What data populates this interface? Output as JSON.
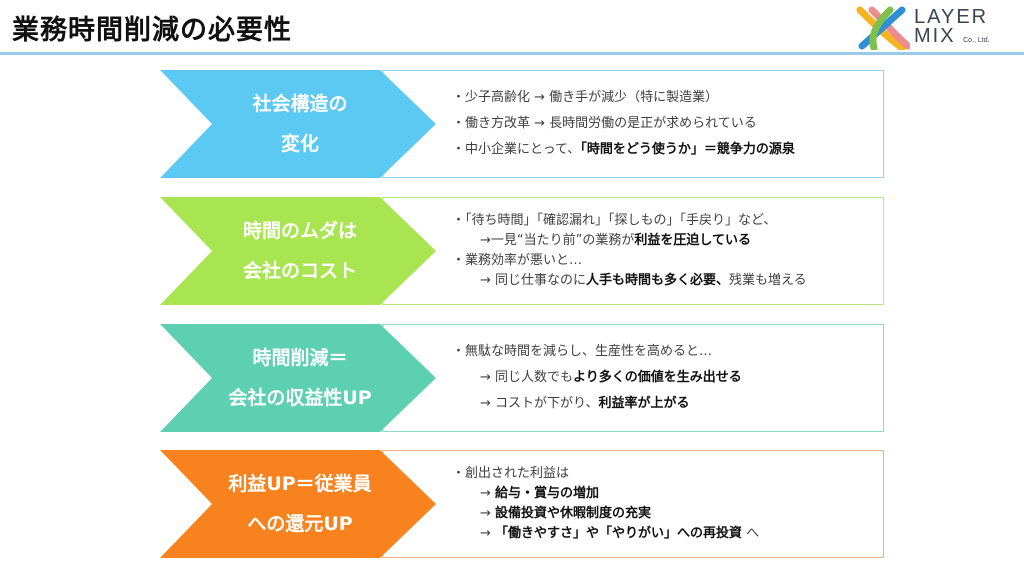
{
  "header": {
    "title": "業務時間削減の必要性",
    "logo": {
      "line1": "LAYER",
      "line2": "MIX",
      "suffix": "Co., Ltd."
    }
  },
  "colors": {
    "blue": "#5bc9f2",
    "green": "#a8e550",
    "teal": "#5ed0b2",
    "orange": "#f7821e",
    "rule": "#9cc9ea"
  },
  "cards": [
    {
      "label": [
        "社会構造の",
        "変化"
      ],
      "color": "#5bc9f2",
      "border": "#8fd9f5",
      "tight": false,
      "lines": [
        {
          "ind": false,
          "segs": [
            {
              "t": "・少子高齢化 → 働き手が減少（特に製造業）",
              "b": false
            }
          ]
        },
        {
          "ind": false,
          "segs": [
            {
              "t": "・働き方改革 → 長時間労働の是正が求められている",
              "b": false
            }
          ]
        },
        {
          "ind": false,
          "segs": [
            {
              "t": "・中小企業にとって、",
              "b": false
            },
            {
              "t": "「時間をどう使うか」＝競争力の源泉",
              "b": true
            }
          ]
        }
      ]
    },
    {
      "label": [
        "時間のムダは",
        "会社のコスト"
      ],
      "color": "#a8e550",
      "border": "#b9e97a",
      "tight": true,
      "lines": [
        {
          "ind": false,
          "segs": [
            {
              "t": "・「待ち時間」「確認漏れ」「探しもの」「手戻り」など、",
              "b": false
            }
          ]
        },
        {
          "ind": true,
          "segs": [
            {
              "t": "→一見“当たり前”の業務が",
              "b": false
            },
            {
              "t": "利益を圧迫している",
              "b": true
            }
          ]
        },
        {
          "ind": false,
          "segs": [
            {
              "t": "・業務効率が悪いと…",
              "b": false
            }
          ]
        },
        {
          "ind": true,
          "segs": [
            {
              "t": "→ 同じ仕事なのに",
              "b": false
            },
            {
              "t": "人手も時間も多く必要、",
              "b": true
            },
            {
              "t": "残業も増える",
              "b": false
            }
          ]
        }
      ]
    },
    {
      "label": [
        "時間削減＝",
        "会社の収益性UP"
      ],
      "color": "#5ed0b2",
      "border": "#8fdcc6",
      "tight": false,
      "lines": [
        {
          "ind": false,
          "segs": [
            {
              "t": "・無駄な時間を減らし、生産性を高めると…",
              "b": false
            }
          ]
        },
        {
          "ind": true,
          "segs": [
            {
              "t": "→ 同じ人数でも",
              "b": false
            },
            {
              "t": "より多くの価値を生み出せる",
              "b": true
            }
          ]
        },
        {
          "ind": true,
          "segs": [
            {
              "t": "→ コストが下がり、",
              "b": false
            },
            {
              "t": "利益率が上がる",
              "b": true
            }
          ]
        }
      ]
    },
    {
      "label": [
        "利益UP＝従業員",
        "への還元UP"
      ],
      "color": "#f7821e",
      "border": "#f9b27a",
      "tight": true,
      "lines": [
        {
          "ind": false,
          "segs": [
            {
              "t": " ・創出された利益は",
              "b": false
            }
          ]
        },
        {
          "ind": true,
          "segs": [
            {
              "t": "→ ",
              "b": false
            },
            {
              "t": "給与・賞与の増加",
              "b": true
            }
          ]
        },
        {
          "ind": true,
          "segs": [
            {
              "t": "→ ",
              "b": false
            },
            {
              "t": "設備投資や休暇制度の充実",
              "b": true
            }
          ]
        },
        {
          "ind": true,
          "segs": [
            {
              "t": "→ ",
              "b": false
            },
            {
              "t": "「働きやすさ」や「やりがい」への再投資",
              "b": true
            },
            {
              "t": " へ",
              "b": false
            }
          ]
        }
      ]
    }
  ]
}
